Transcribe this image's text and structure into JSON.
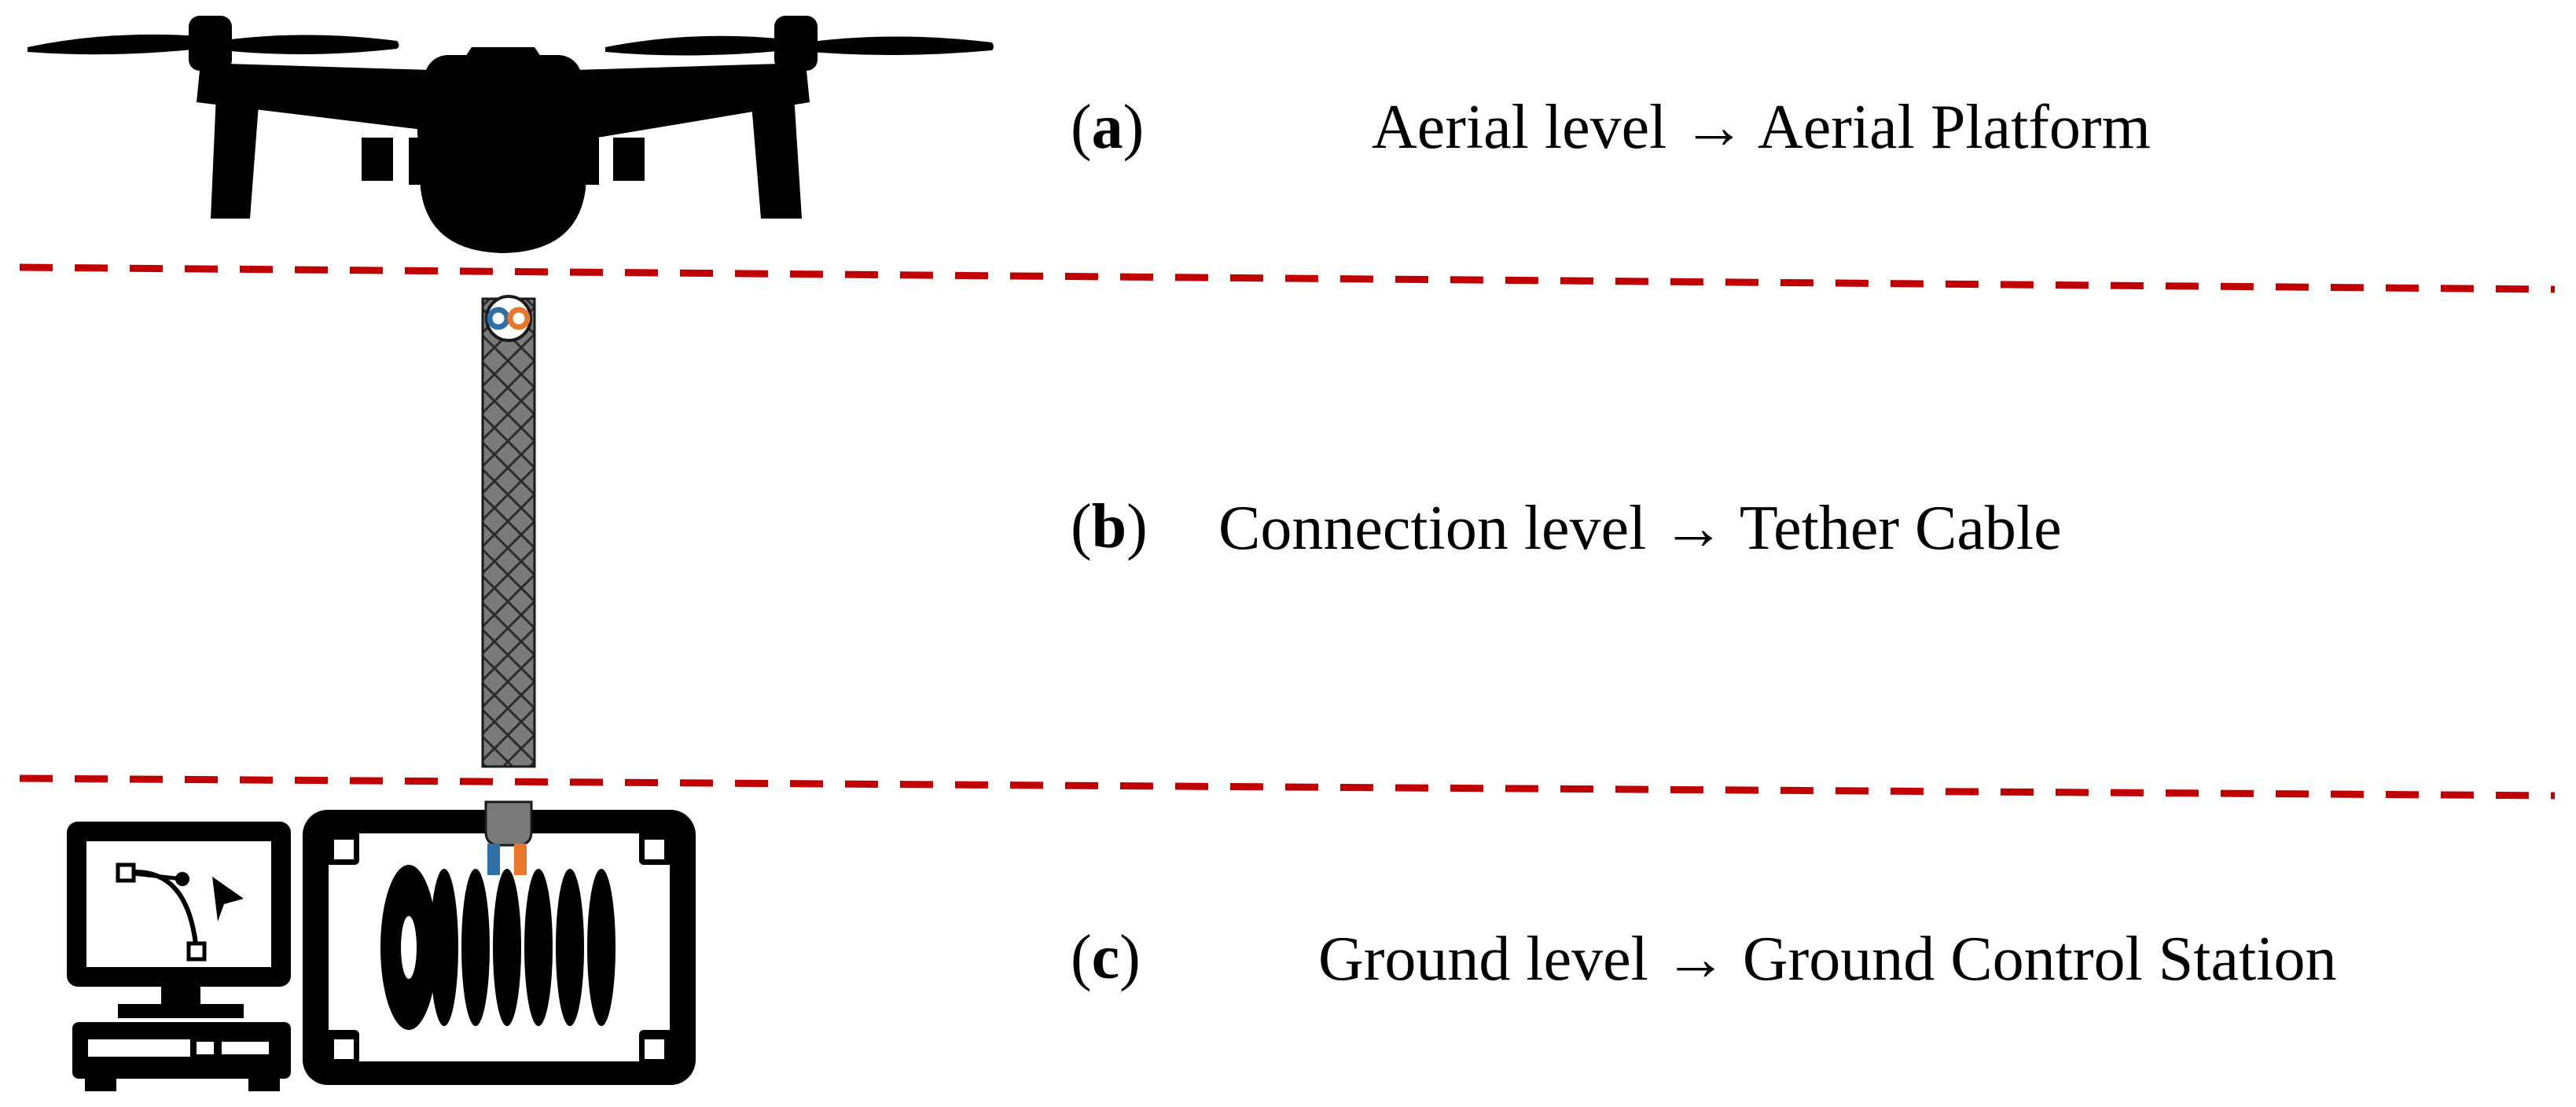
{
  "colors": {
    "ink": "#000000",
    "divider": "#c00000",
    "cable": "#7a7a7a",
    "wire_blue": "#2e6fa8",
    "wire_orange": "#e8762b"
  },
  "icons": [
    "drone-icon",
    "tether-cable-icon",
    "computer-icon",
    "cable-reel-icon"
  ],
  "levels": [
    {
      "tag_open": "(",
      "tag_letter": "a",
      "tag_close": ")",
      "level": "Aerial level",
      "arrow": "→",
      "component": "Aerial Platform"
    },
    {
      "tag_open": "(",
      "tag_letter": "b",
      "tag_close": ")",
      "level": "Connection level",
      "arrow": "→",
      "component": "Tether Cable"
    },
    {
      "tag_open": "(",
      "tag_letter": "c",
      "tag_close": ")",
      "level": "Ground level",
      "arrow": "→",
      "component": "Ground Control Station"
    }
  ]
}
